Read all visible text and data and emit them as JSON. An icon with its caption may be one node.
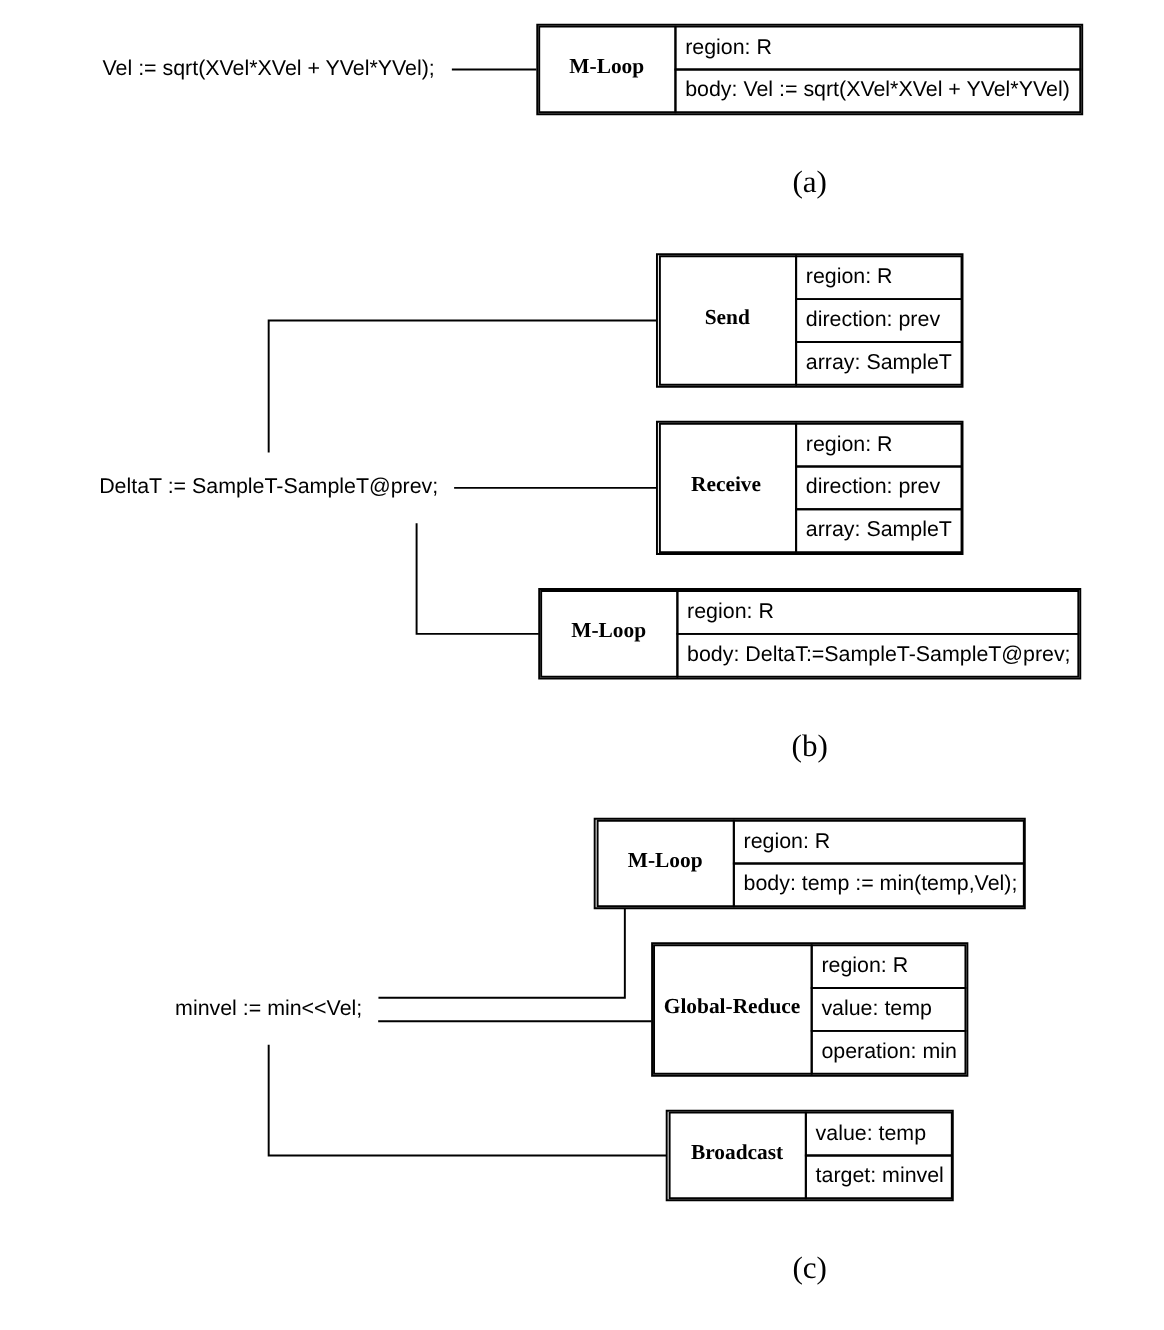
{
  "diagram": {
    "nodes": [
      {
        "text": [
          "Vel := sqrt(XVel*XVel + YVel*YVel);"
        ]
      },
      {
        "text": [
          "M-Loop",
          "region: R",
          "body: Vel := sqrt(XVel*XVel + YVel*YVel)"
        ]
      },
      {
        "text": [
          "DeltaT := SampleT-SampleT@prev;"
        ]
      },
      {
        "text": [
          "Send",
          "region: R",
          "direction: prev",
          "array: SampleT"
        ]
      },
      {
        "text": [
          "Receive",
          "region: R",
          "direction: prev",
          "array: SampleT"
        ]
      },
      {
        "text": [
          "M-Loop",
          "region: R",
          "body: DeltaT:=SampleT-SampleT@prev;"
        ]
      },
      {
        "text": [
          "minvel := min<<Vel;"
        ]
      },
      {
        "text": [
          "M-Loop",
          "region: R",
          "body: temp := min(temp,Vel);"
        ]
      },
      {
        "text": [
          "Global-Reduce",
          "region: R",
          "value: temp",
          "operation: min"
        ]
      },
      {
        "text": [
          "Broadcast",
          "value: temp",
          "target: minvel"
        ]
      }
    ],
    "edges": [
      {
        "from": 0,
        "to": 1,
        "arrow": "none"
      },
      {
        "from": 2,
        "to": 3,
        "arrow": "none"
      },
      {
        "from": 2,
        "to": 4,
        "arrow": "none"
      },
      {
        "from": 2,
        "to": 5,
        "arrow": "none"
      },
      {
        "from": 6,
        "to": 7,
        "arrow": "none"
      },
      {
        "from": 6,
        "to": 8,
        "arrow": "none"
      },
      {
        "from": 6,
        "to": 9,
        "arrow": "none"
      }
    ],
    "labels": [
      "(a)",
      "(b)",
      "(c)"
    ]
  }
}
